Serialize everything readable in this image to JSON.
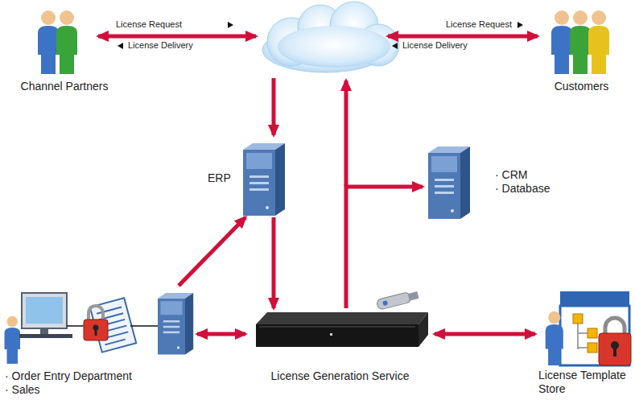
{
  "diagram": {
    "nodes": [
      {
        "text": [
          "Channel Partners"
        ]
      },
      {
        "text": [
          "Customers"
        ]
      },
      {
        "text": [
          "ERP"
        ]
      },
      {
        "text": [
          "· CRM",
          "· Database"
        ]
      },
      {
        "text": [
          "· Order Entry Department",
          "· Sales"
        ]
      },
      {
        "text": [
          "License Generation Service"
        ]
      },
      {
        "text": [
          "License Template Store"
        ]
      }
    ],
    "edges": [
      {
        "from": 4,
        "to": 2,
        "arrow": "to"
      },
      {
        "from": 2,
        "to": 5,
        "arrow": "to"
      },
      {
        "from": 4,
        "to": 5,
        "arrow": "both"
      },
      {
        "from": 5,
        "to": 6,
        "arrow": "both"
      },
      {
        "from": 5,
        "to": 3,
        "arrow": "to"
      }
    ],
    "labels": [
      "License Request",
      "License Delivery",
      "License Request",
      "License Delivery"
    ]
  }
}
